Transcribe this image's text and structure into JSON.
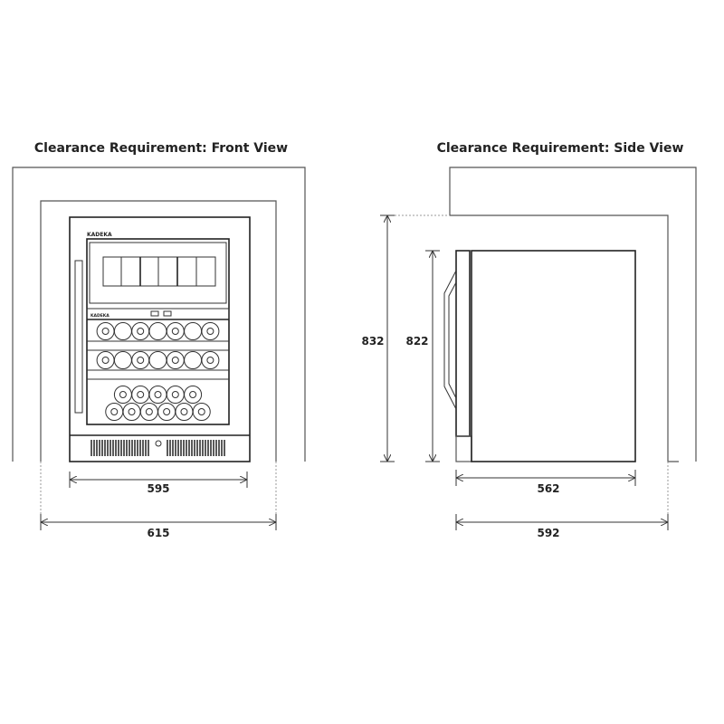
{
  "front_view": {
    "title": "Clearance Requirement: Front View",
    "brand": "KADEKA",
    "appliance_width": "595",
    "niche_width": "615",
    "bottle_rows": [
      7,
      7,
      5,
      6
    ]
  },
  "side_view": {
    "title": "Clearance Requirement: Side View",
    "niche_height": "832",
    "appliance_height": "822",
    "appliance_depth": "562",
    "niche_depth": "592"
  }
}
